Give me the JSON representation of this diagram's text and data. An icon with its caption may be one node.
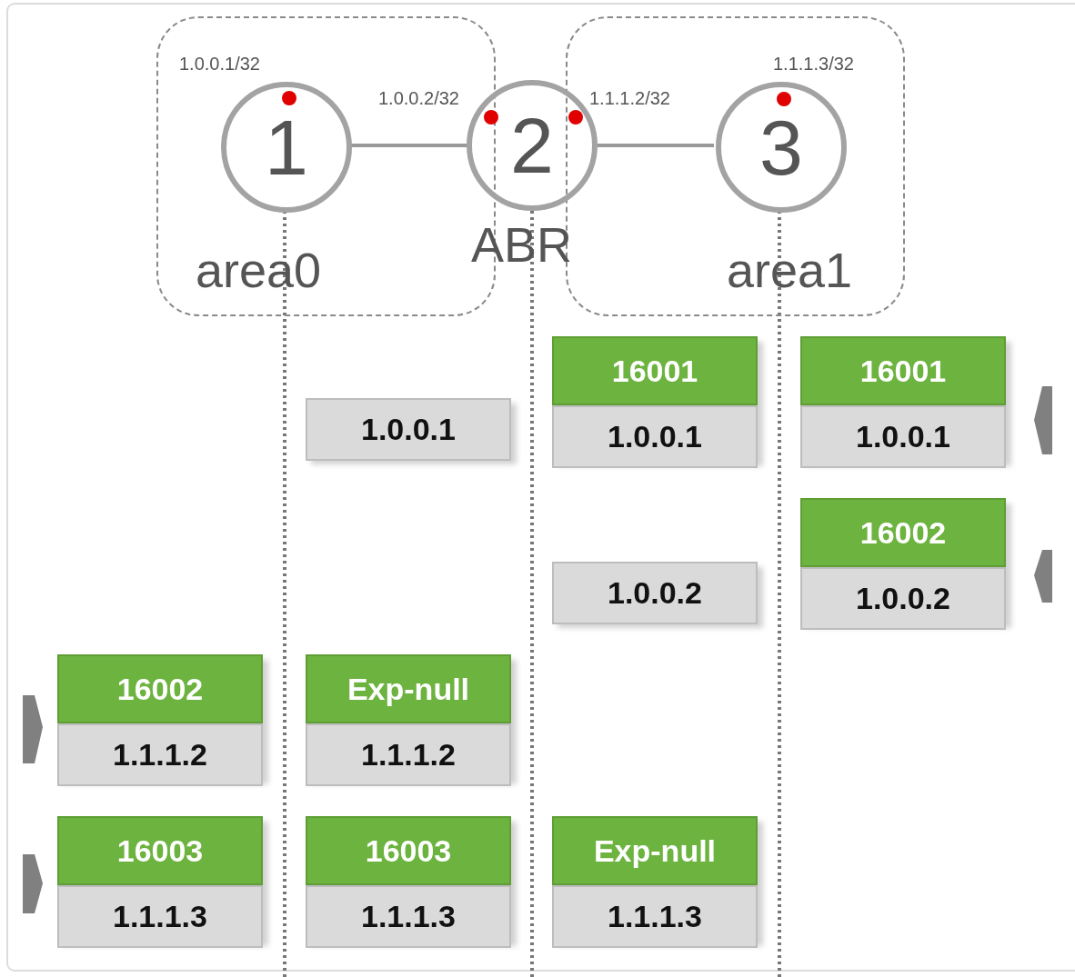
{
  "diagram": {
    "nodes": [
      {
        "text": [
          "area0"
        ]
      },
      {
        "text": [
          "area1"
        ]
      },
      {
        "text": [
          "1"
        ],
        "in": 0,
        "beside": [
          "1.0.0.1/32"
        ]
      },
      {
        "text": [
          "2"
        ],
        "beside": [
          "1.0.0.2/32",
          "1.1.1.2/32",
          "ABR"
        ]
      },
      {
        "text": [
          "3"
        ],
        "in": 1,
        "beside": [
          "1.1.1.3/32"
        ]
      },
      {
        "text": [
          "1.0.0.1"
        ]
      },
      {
        "text": [
          "16001",
          "1.0.0.1"
        ]
      },
      {
        "text": [
          "16001",
          "1.0.0.1"
        ]
      },
      {
        "text": [
          "1.0.0.2"
        ]
      },
      {
        "text": [
          "16002",
          "1.0.0.2"
        ]
      },
      {
        "text": [
          "16002",
          "1.1.1.2"
        ]
      },
      {
        "text": [
          "Exp-null",
          "1.1.1.2"
        ]
      },
      {
        "text": [
          "16003",
          "1.1.1.3"
        ]
      },
      {
        "text": [
          "16003",
          "1.1.1.3"
        ]
      },
      {
        "text": [
          "Exp-null",
          "1.1.1.3"
        ]
      }
    ],
    "edges": [
      {
        "from": 2,
        "to": 3,
        "arrow": "none"
      },
      {
        "from": 3,
        "to": 4,
        "arrow": "none"
      }
    ]
  }
}
